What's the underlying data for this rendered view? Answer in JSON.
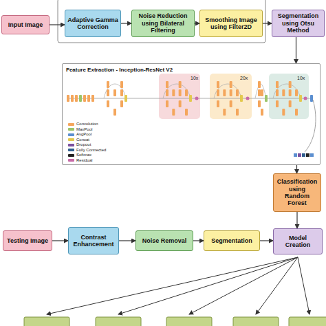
{
  "diagram": {
    "nodes": [
      {
        "text": [
          "Input Image"
        ]
      },
      {
        "text": [
          "Adaptive Gamma Correction"
        ]
      },
      {
        "text": [
          "Noise Reduction using Bilateral Filtering"
        ]
      },
      {
        "text": [
          "Smoothing Image using Filter2D"
        ]
      },
      {
        "text": [
          "Segmentation using Otsu Method"
        ]
      },
      {
        "text": [
          "Feature Extraction - Inception-ResNet V2"
        ]
      },
      {
        "text": [
          "Classification using Random Forest"
        ]
      },
      {
        "text": [
          "Testing Image"
        ]
      },
      {
        "text": [
          "Contrast Enhancement"
        ]
      },
      {
        "text": [
          "Noise Removal"
        ]
      },
      {
        "text": [
          "Segmentation"
        ]
      },
      {
        "text": [
          "Model Creation"
        ]
      }
    ],
    "edges": [
      {
        "from": 0,
        "to": 1,
        "arrow": "to"
      },
      {
        "from": 1,
        "to": 2,
        "arrow": "to"
      },
      {
        "from": 2,
        "to": 3,
        "arrow": "to"
      },
      {
        "from": 3,
        "to": 4,
        "arrow": "to"
      },
      {
        "from": 4,
        "to": 5,
        "arrow": "to"
      },
      {
        "from": 5,
        "to": 6,
        "arrow": "to"
      },
      {
        "from": 6,
        "to": 11,
        "arrow": "to"
      },
      {
        "from": 7,
        "to": 8,
        "arrow": "to"
      },
      {
        "from": 8,
        "to": 9,
        "arrow": "to"
      },
      {
        "from": 9,
        "to": 10,
        "arrow": "to"
      },
      {
        "from": 10,
        "to": 11,
        "arrow": "to"
      }
    ],
    "labels": [
      "10x",
      "20x",
      "10x"
    ],
    "legend": [
      {
        "text": "Convolution",
        "color": "#f4a65c"
      },
      {
        "text": "MaxPool",
        "color": "#9cc46a"
      },
      {
        "text": "AvgPool",
        "color": "#5b8fd0"
      },
      {
        "text": "Concat",
        "color": "#e3c94e"
      },
      {
        "text": "Dropout",
        "color": "#7a4f9e"
      },
      {
        "text": "Fully Connected",
        "color": "#2f5f8f"
      },
      {
        "text": "Softmax",
        "color": "#222222"
      },
      {
        "text": "Residual",
        "color": "#c86aa8"
      }
    ]
  }
}
